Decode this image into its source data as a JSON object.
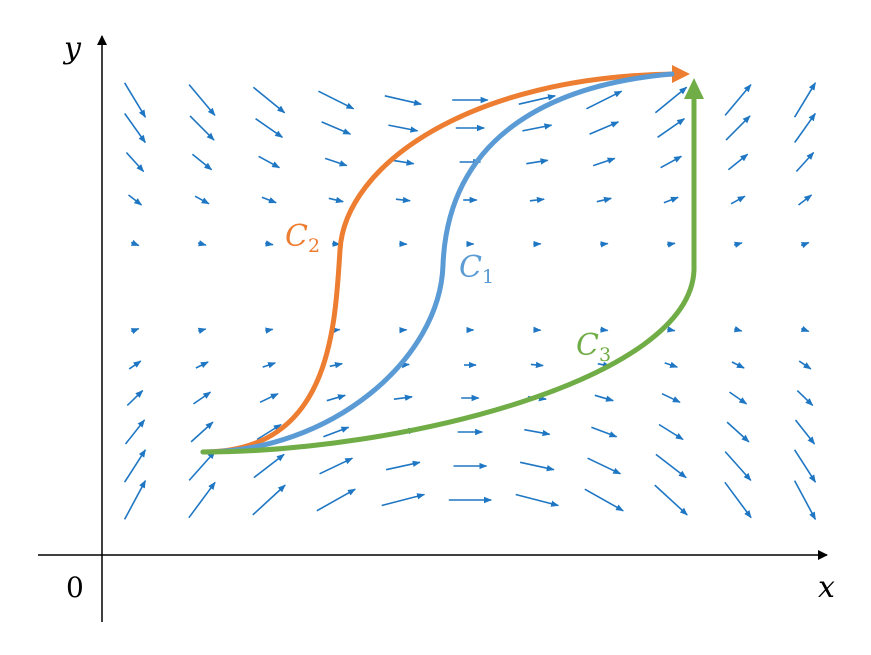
{
  "axes": {
    "x_label": "x",
    "y_label": "y",
    "origin_label": "0"
  },
  "curves": [
    {
      "id": "c1",
      "name": "C",
      "subscript": "1",
      "color": "#5B9BD5"
    },
    {
      "id": "c2",
      "name": "C",
      "subscript": "2",
      "color": "#ED7D31"
    },
    {
      "id": "c3",
      "name": "C",
      "subscript": "3",
      "color": "#70AD47"
    }
  ],
  "vector_field": {
    "color": "#1F77C4",
    "description_icon": "vector-field-arrow-icon"
  },
  "colors": {
    "axis": "#000000",
    "c1": "#5B9BD5",
    "c2": "#ED7D31",
    "c3": "#70AD47",
    "field": "#1F77C4"
  }
}
